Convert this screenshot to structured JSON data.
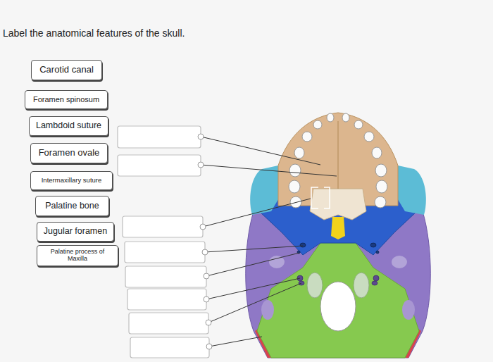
{
  "diagram": {
    "title": "Label the anatomical features of the skull.",
    "nodes": [
      {
        "text": [
          "Carotid canal"
        ]
      },
      {
        "text": [
          "Foramen spinosum"
        ]
      },
      {
        "text": [
          "Lambdoid suture"
        ]
      },
      {
        "text": [
          "Foramen ovale"
        ]
      },
      {
        "text": [
          "Intermaxillary suture"
        ]
      },
      {
        "text": [
          "Palatine bone"
        ]
      },
      {
        "text": [
          "Jugular foramen"
        ]
      },
      {
        "text": [
          "Palatine process of Maxilla"
        ]
      }
    ]
  }
}
